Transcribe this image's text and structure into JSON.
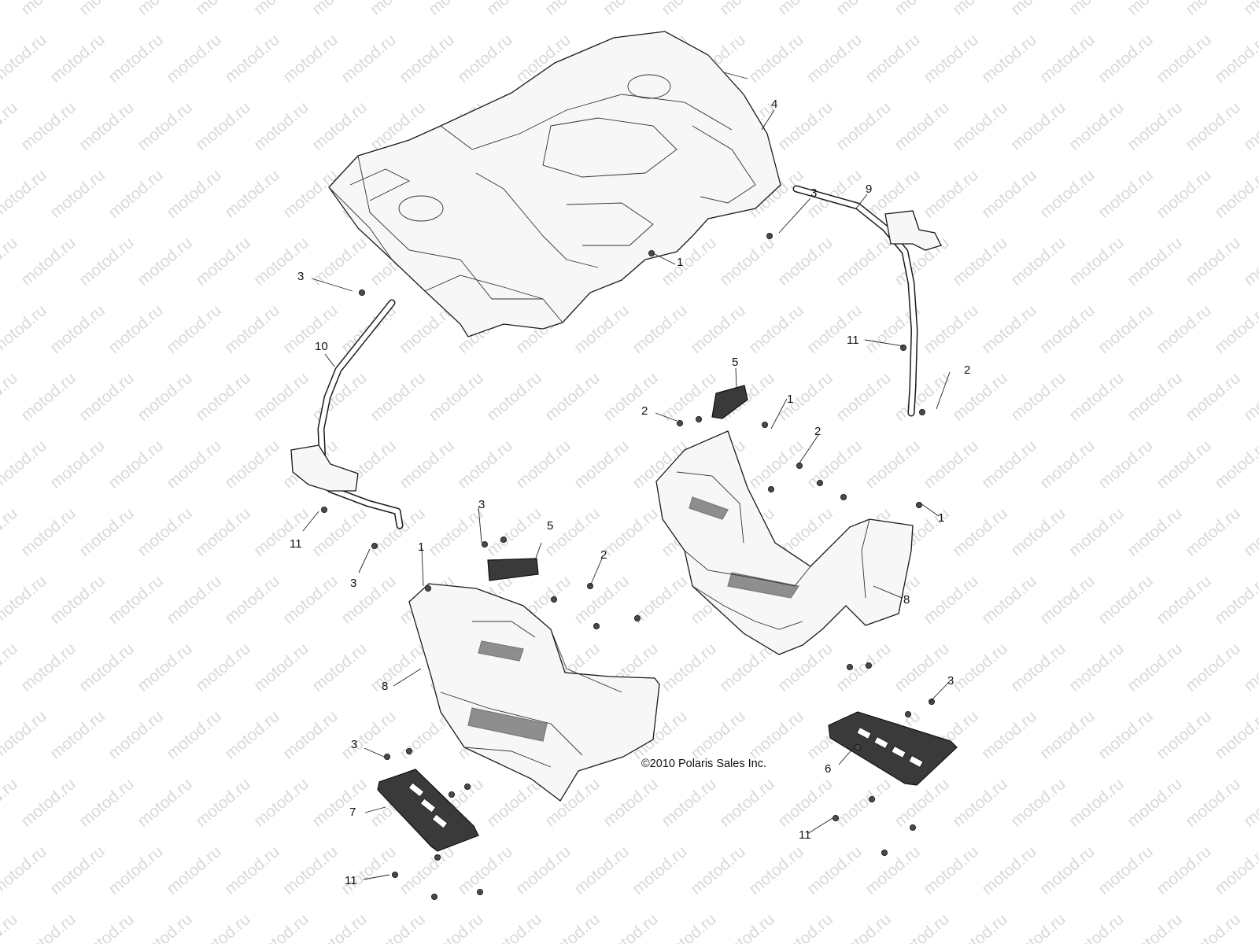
{
  "watermark": {
    "text": "motod.ru"
  },
  "copyright": "©2010 Polaris Sales Inc.",
  "callouts": [
    {
      "id": "c4",
      "label": "4"
    },
    {
      "id": "c3a",
      "label": "3"
    },
    {
      "id": "c9",
      "label": "9"
    },
    {
      "id": "c1a",
      "label": "1"
    },
    {
      "id": "c3b",
      "label": "3"
    },
    {
      "id": "c10",
      "label": "10"
    },
    {
      "id": "c11a",
      "label": "11"
    },
    {
      "id": "c3c",
      "label": "3"
    },
    {
      "id": "c5a",
      "label": "5"
    },
    {
      "id": "c1b",
      "label": "1"
    },
    {
      "id": "c2a",
      "label": "2"
    },
    {
      "id": "c2b",
      "label": "2"
    },
    {
      "id": "c1c",
      "label": "1"
    },
    {
      "id": "c11b",
      "label": "11"
    },
    {
      "id": "c2c",
      "label": "2"
    },
    {
      "id": "c5b",
      "label": "5"
    },
    {
      "id": "c1d",
      "label": "1"
    },
    {
      "id": "c3d",
      "label": "3"
    },
    {
      "id": "c2d",
      "label": "2"
    },
    {
      "id": "c8a",
      "label": "8"
    },
    {
      "id": "c8b",
      "label": "8"
    },
    {
      "id": "c3e",
      "label": "3"
    },
    {
      "id": "c3f",
      "label": "3"
    },
    {
      "id": "c6",
      "label": "6"
    },
    {
      "id": "c7",
      "label": "7"
    },
    {
      "id": "c11c",
      "label": "11"
    },
    {
      "id": "c11d",
      "label": "11"
    }
  ]
}
